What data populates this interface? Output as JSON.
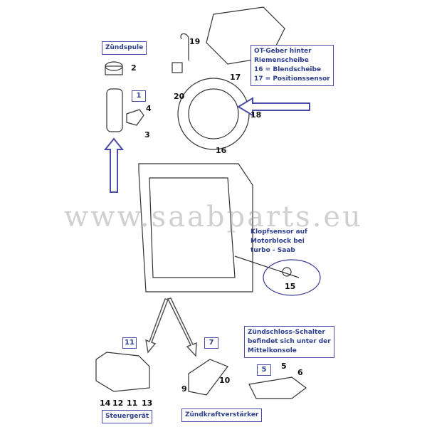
{
  "labels": {
    "zuendspule": "Zündspule",
    "ot_geber": [
      "OT-Geber hinter",
      "Riemenscheibe",
      "16 = Blendscheibe",
      "17 = Positionssensor"
    ],
    "klopfsensor": [
      "Klopfsensor auf",
      "Motorblock bei",
      "turbo - Saab"
    ],
    "zuendschloss": [
      "Zündschloss-Schalter",
      "befindet sich unter der",
      "Mittelkonsole"
    ],
    "steuergeraet": "Steuergerät",
    "zuendkraft": "Zündkraftverstärker",
    "watermark": "www.saabparts.eu"
  },
  "boxed_numbers": {
    "b1": "1",
    "b11": "11",
    "b7": "7",
    "b5": "5"
  },
  "part_numbers": {
    "n2": "2",
    "n4": "4",
    "n3": "3",
    "n19": "19",
    "n17": "17",
    "n20": "20",
    "n18": "18",
    "n16": "16",
    "n15": "15",
    "n14": "14",
    "n12": "12",
    "n11": "11",
    "n13": "13",
    "n9": "9",
    "n10": "10",
    "n5": "5",
    "n6": "6"
  }
}
